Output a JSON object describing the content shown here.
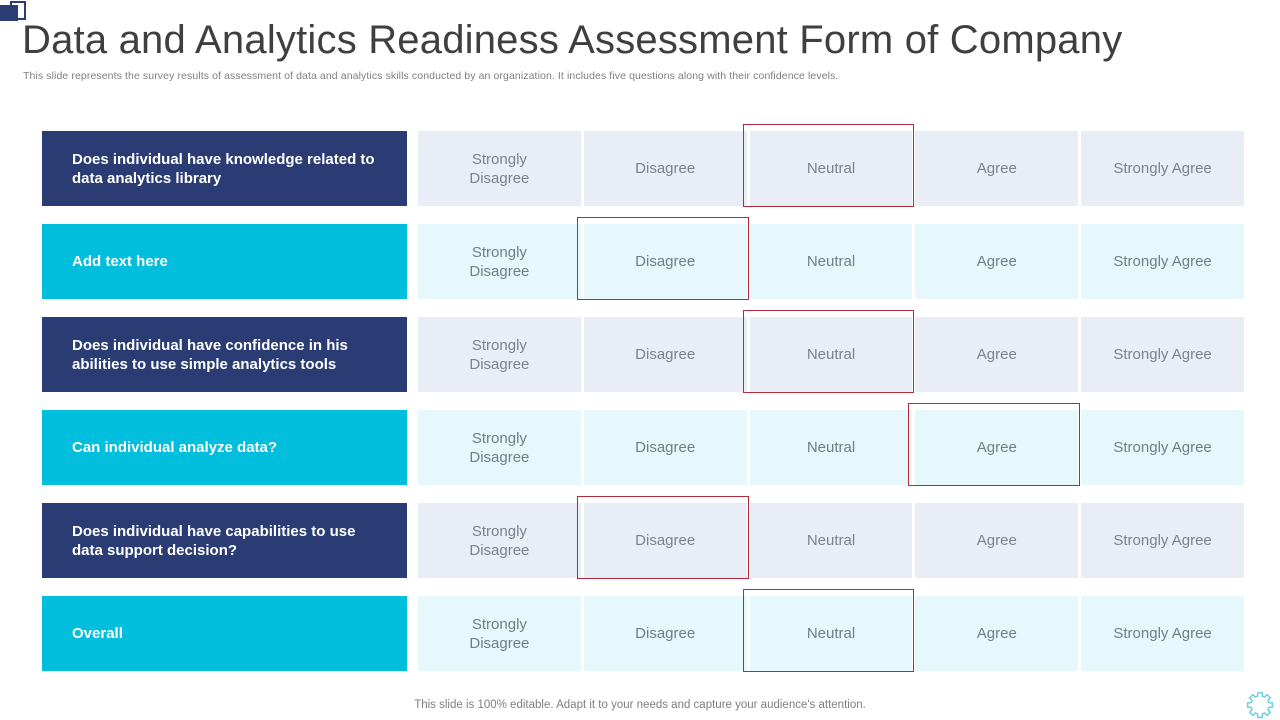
{
  "slide": {
    "title": "Data and Analytics Readiness Assessment Form of Company",
    "subtitle": "This slide represents the survey results of assessment of data and analytics skills conducted by an organization. It includes five questions along with their confidence levels.",
    "footer": "This slide is 100% editable. Adapt it to your needs and capture your audience's attention."
  },
  "colors": {
    "navy": "#2B3C74",
    "cyan": "#00BEDC",
    "navy_cell": "#E9EDF5",
    "cyan_cell": "#E7F8FC",
    "highlight": "#B32B39",
    "gear": "#72CFE2"
  },
  "survey": {
    "options": [
      "Strongly Disagree",
      "Disagree",
      "Neutral",
      "Agree",
      "Strongly Agree"
    ],
    "rows": [
      {
        "label": "Does individual have knowledge related to data analytics library",
        "theme": "navy",
        "selected": "Neutral"
      },
      {
        "label": "Add text here",
        "theme": "cyan",
        "selected": "Disagree"
      },
      {
        "label": "Does individual have confidence in his abilities to use simple analytics tools",
        "theme": "navy",
        "selected": "Neutral"
      },
      {
        "label": "Can individual analyze data?",
        "theme": "cyan",
        "selected": "Agree"
      },
      {
        "label": "Does individual have capabilities to use data support decision?",
        "theme": "navy",
        "selected": "Disagree"
      },
      {
        "label": "Overall",
        "theme": "cyan",
        "selected": "Neutral"
      }
    ]
  }
}
